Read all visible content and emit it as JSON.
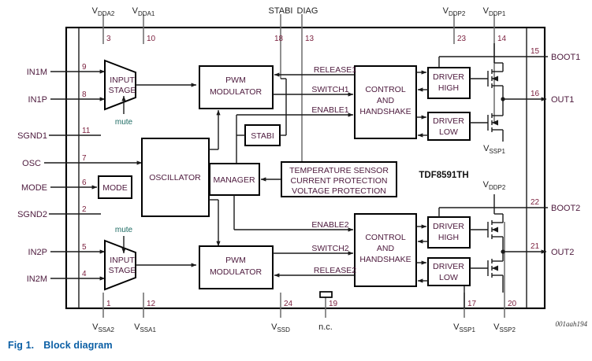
{
  "figure": {
    "caption_number": "Fig 1.",
    "caption_text": "Block diagram",
    "doc_id": "001aah194",
    "part_number": "TDF8591TH"
  },
  "colors": {
    "label": "#4d1a3d",
    "pin_number": "#7a1f3d",
    "caption": "#0b5fa5",
    "wire": "#1a1a1a",
    "mute": "#1d6b63",
    "background": "#ffffff"
  },
  "blocks": {
    "input_stage_1": "INPUT STAGE",
    "input_stage_1_l1": "INPUT",
    "input_stage_1_l2": "STAGE",
    "input_stage_2_l1": "INPUT",
    "input_stage_2_l2": "STAGE",
    "pwm_1_l1": "PWM",
    "pwm_1_l2": "MODULATOR",
    "pwm_2_l1": "PWM",
    "pwm_2_l2": "MODULATOR",
    "control_1_l1": "CONTROL",
    "control_1_l2": "AND",
    "control_1_l3": "HANDSHAKE",
    "control_2_l1": "CONTROL",
    "control_2_l2": "AND",
    "control_2_l3": "HANDSHAKE",
    "driver_high_1_l1": "DRIVER",
    "driver_high_1_l2": "HIGH",
    "driver_low_1_l1": "DRIVER",
    "driver_low_1_l2": "LOW",
    "driver_high_2_l1": "DRIVER",
    "driver_high_2_l2": "HIGH",
    "driver_low_2_l1": "DRIVER",
    "driver_low_2_l2": "LOW",
    "oscillator": "OSCILLATOR",
    "mode": "MODE",
    "manager": "MANAGER",
    "stabi": "STABI",
    "protection_l1": "TEMPERATURE SENSOR",
    "protection_l2": "CURRENT PROTECTION",
    "protection_l3": "VOLTAGE PROTECTION"
  },
  "left_pins": [
    {
      "label": "IN1M",
      "pin": "9"
    },
    {
      "label": "IN1P",
      "pin": "8"
    },
    {
      "label": "SGND1",
      "pin": "11"
    },
    {
      "label": "OSC",
      "pin": "7"
    },
    {
      "label": "MODE",
      "pin": "6"
    },
    {
      "label": "SGND2",
      "pin": "2"
    },
    {
      "label": "IN2P",
      "pin": "5"
    },
    {
      "label": "IN2M",
      "pin": "4"
    }
  ],
  "right_pins": [
    {
      "label": "BOOT1",
      "pin": "15"
    },
    {
      "label": "OUT1",
      "pin": "16"
    },
    {
      "label": "BOOT2",
      "pin": "22"
    },
    {
      "label": "OUT2",
      "pin": "21"
    }
  ],
  "top_pins": [
    {
      "label": "VDDA2",
      "base": "V",
      "sub": "DDA2",
      "pin": "3"
    },
    {
      "label": "VDDA1",
      "base": "V",
      "sub": "DDA1",
      "pin": "10"
    },
    {
      "label": "STABI",
      "base": "STABI",
      "sub": "",
      "pin": "18"
    },
    {
      "label": "DIAG",
      "base": "DIAG",
      "sub": "",
      "pin": "13"
    },
    {
      "label": "VDDP2",
      "base": "V",
      "sub": "DDP2",
      "pin": "23"
    },
    {
      "label": "VDDP1",
      "base": "V",
      "sub": "DDP1",
      "pin": "14"
    }
  ],
  "bottom_pins": [
    {
      "label": "VSSA2",
      "base": "V",
      "sub": "SSA2",
      "pin": "1"
    },
    {
      "label": "VSSA1",
      "base": "V",
      "sub": "SSA1",
      "pin": "12"
    },
    {
      "label": "VSSD",
      "base": "V",
      "sub": "SSD",
      "pin": "24"
    },
    {
      "label": "n.c.",
      "base": "n.c.",
      "sub": "",
      "pin": "19"
    },
    {
      "label": "VSSP1",
      "base": "V",
      "sub": "SSP1",
      "pin": "17"
    },
    {
      "label": "VSSP2",
      "base": "V",
      "sub": "SSP2",
      "pin": "20"
    }
  ],
  "internal_labels": {
    "mute_1": "mute",
    "mute_2": "mute",
    "vssp1_upper_base": "V",
    "vssp1_upper_sub": "SSP1",
    "vddp2_lower_base": "V",
    "vddp2_lower_sub": "DDP2"
  },
  "signals_channel1": [
    "RELEASE1",
    "SWITCH1",
    "ENABLE1"
  ],
  "signals_channel2": [
    "ENABLE2",
    "SWITCH2",
    "RELEASE2"
  ]
}
